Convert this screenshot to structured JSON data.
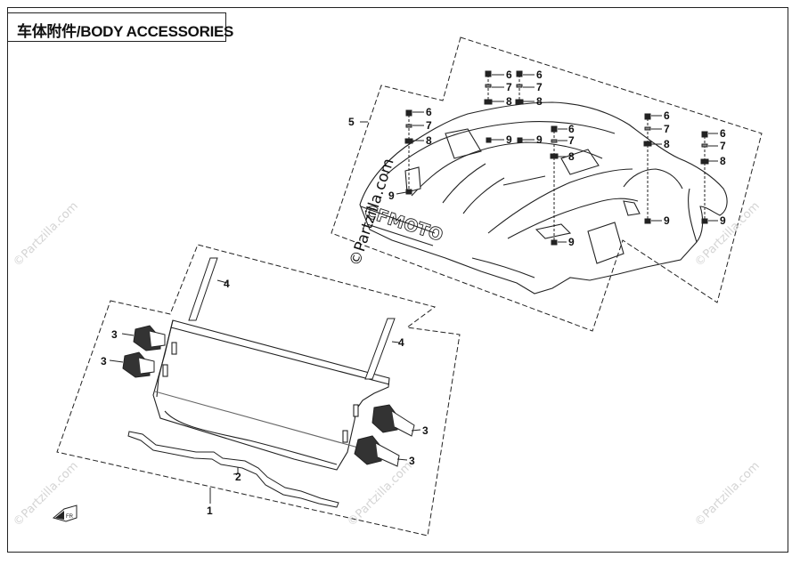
{
  "title": "车体附件/BODY ACCESSORIES",
  "watermark": "©Partzilla.com",
  "part_numbers": {
    "p1": "1",
    "p2": "2",
    "p3": "3",
    "p4": "4",
    "p5": "5",
    "p6": "6",
    "p7": "7",
    "p8": "8",
    "p9": "9"
  },
  "brand_text": "CFMOTO",
  "colors": {
    "line": "#222222",
    "shade": "#444444",
    "watermark": "#d4d4d4"
  },
  "icons": [
    "front-direction-arrow-icon"
  ]
}
